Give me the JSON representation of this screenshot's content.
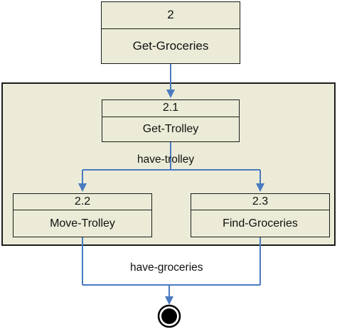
{
  "nodes": {
    "root": {
      "id": "2",
      "name": "Get-Groceries"
    },
    "get_trolley": {
      "id": "2.1",
      "name": "Get-Trolley"
    },
    "move_trolley": {
      "id": "2.2",
      "name": "Move-Trolley"
    },
    "find_groceries": {
      "id": "2.3",
      "name": "Find-Groceries"
    }
  },
  "edges": {
    "fork_label": "have-trolley",
    "join_label": "have-groceries"
  },
  "colors": {
    "box_fill": "#ebebd7",
    "border": "#1c1c1c",
    "arrow": "#4a7ac0",
    "end_node": "#000000"
  }
}
